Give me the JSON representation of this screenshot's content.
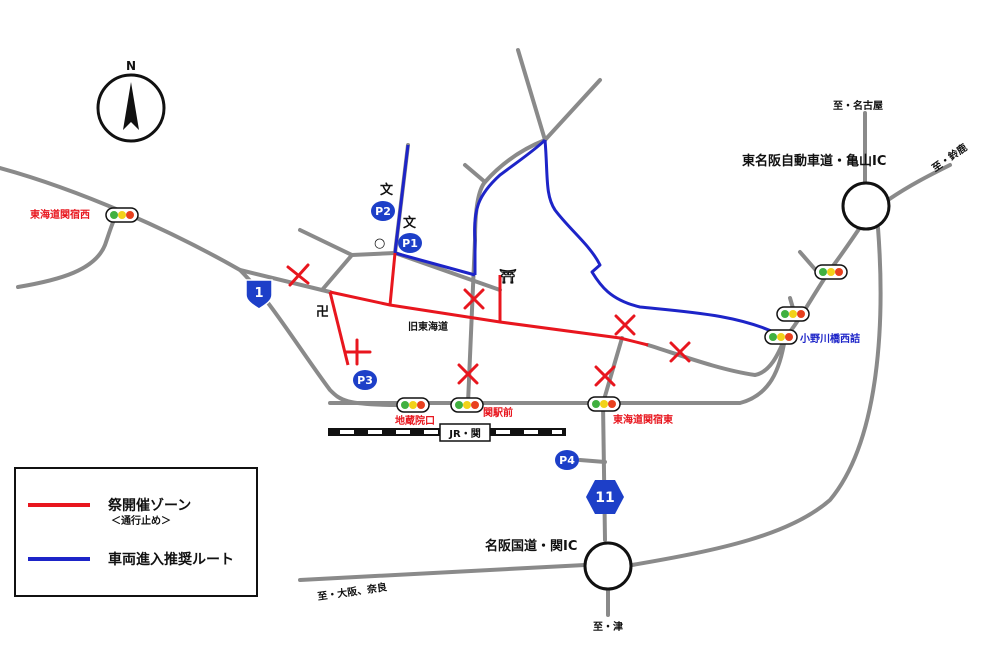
{
  "compass": {
    "north_label": "N"
  },
  "colors": {
    "festival_zone": "#e8161e",
    "recommended_route": "#1d24c8",
    "road": "#8a8a8a"
  },
  "places": {
    "tokaido_sekijuku_nishi": "東海道関宿西",
    "chizoinguchi": "地蔵院口",
    "seki_ekimae": "関駅前",
    "tokaido_sekijuku_higashi": "東海道関宿東",
    "onogawa_bashi_nishizume": "小野川橋西詰",
    "kyu_tokaido": "旧東海道",
    "jr_seki": "JR・関",
    "to_nagoya": "至・名古屋",
    "to_suzuka": "至・鈴鹿",
    "to_osaka_nara": "至・大阪、奈良",
    "to_tsu": "至・津",
    "higashi_meihan_kameyama_ic": "東名阪自動車道・亀山IC",
    "meihan_seki_ic": "名阪国道・関IC"
  },
  "map_symbols": {
    "school_1": "文",
    "school_2": "文",
    "temple": "卍",
    "shrine": "⛩",
    "circle_mark": "○"
  },
  "parking": [
    "P1",
    "P2",
    "P3",
    "P4"
  ],
  "route_shields": {
    "national_1": "1",
    "national_11": "11"
  },
  "legend": {
    "festival_zone": "祭開催ゾーン",
    "festival_zone_note": "＜通行止め＞",
    "recommended_route": "車両進入推奨ルート"
  }
}
